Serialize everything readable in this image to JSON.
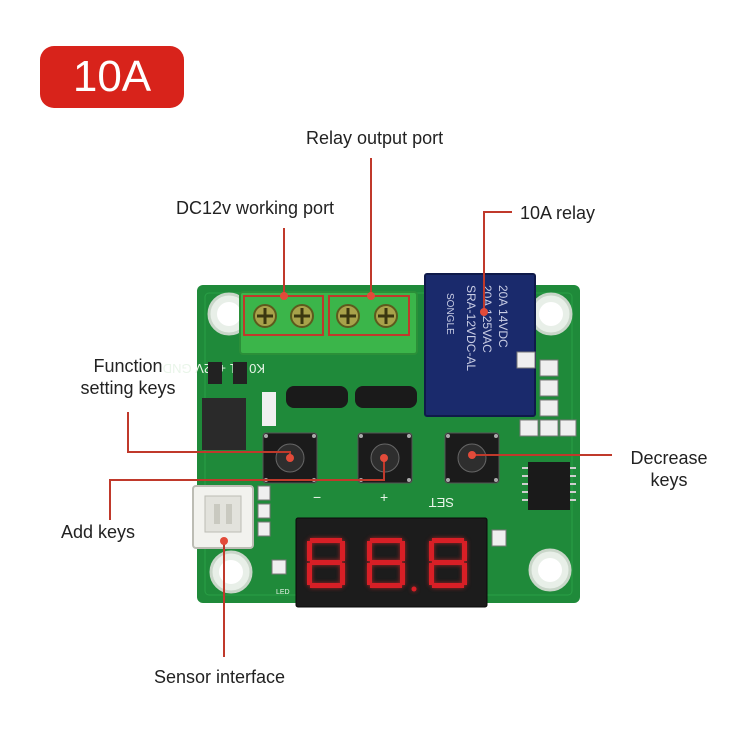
{
  "badge": {
    "text": "10A"
  },
  "labels": {
    "relay_output": "Relay output port",
    "dc12v": "DC12v working port",
    "relay_10a": "10A relay",
    "function_line1": "Function",
    "function_line2": "setting keys",
    "add_keys": "Add keys",
    "decrease_line1": "Decrease",
    "decrease_line2": "keys",
    "sensor": "Sensor interface"
  },
  "board": {
    "terminal_text": "K0   K1 +12V GND",
    "relay_lines": [
      "SONGLE",
      "20A 14VDC",
      "20A 125VAC",
      "SRA-12VDC-AL"
    ],
    "set_text": "SET",
    "plus_text": "+",
    "minus_text": "−",
    "led_text": "LED"
  },
  "colors": {
    "pcb": "#1f8a3a",
    "pcb_dark": "#16702d",
    "terminal": "#3bb54a",
    "relay": "#1a2a6c",
    "callout": "#c0392b",
    "badge": "#d8231b"
  }
}
